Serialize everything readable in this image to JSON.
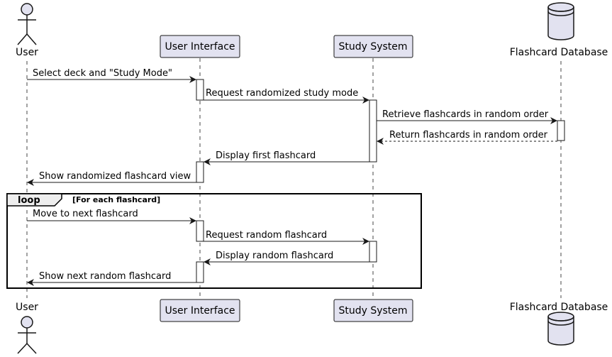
{
  "participants": [
    {
      "id": "user",
      "label": "User",
      "kind": "actor"
    },
    {
      "id": "ui",
      "label": "User Interface",
      "kind": "participant"
    },
    {
      "id": "sys",
      "label": "Study System",
      "kind": "participant"
    },
    {
      "id": "db",
      "label": "Flashcard Database",
      "kind": "database"
    }
  ],
  "messages": [
    {
      "from": "user",
      "to": "ui",
      "label": "Select deck and \"Study Mode\"",
      "style": "solid"
    },
    {
      "from": "ui",
      "to": "sys",
      "label": "Request randomized study mode",
      "style": "solid"
    },
    {
      "from": "sys",
      "to": "db",
      "label": "Retrieve flashcards in random order",
      "style": "solid"
    },
    {
      "from": "db",
      "to": "sys",
      "label": "Return flashcards in random order",
      "style": "dashed"
    },
    {
      "from": "sys",
      "to": "ui",
      "label": "Display first flashcard",
      "style": "solid"
    },
    {
      "from": "ui",
      "to": "user",
      "label": "Show randomized flashcard view",
      "style": "solid"
    },
    {
      "from": "user",
      "to": "ui",
      "label": "Move to next flashcard",
      "style": "solid"
    },
    {
      "from": "ui",
      "to": "sys",
      "label": "Request random flashcard",
      "style": "solid"
    },
    {
      "from": "sys",
      "to": "ui",
      "label": "Display random flashcard",
      "style": "solid"
    },
    {
      "from": "ui",
      "to": "user",
      "label": "Show next random flashcard",
      "style": "solid"
    }
  ],
  "loop": {
    "keyword": "loop",
    "condition": "[For each flashcard]"
  },
  "colors": {
    "participant_fill": "#E2E2F0",
    "participant_stroke": "#181818",
    "line": "#181818",
    "background": "#FFFFFF"
  }
}
